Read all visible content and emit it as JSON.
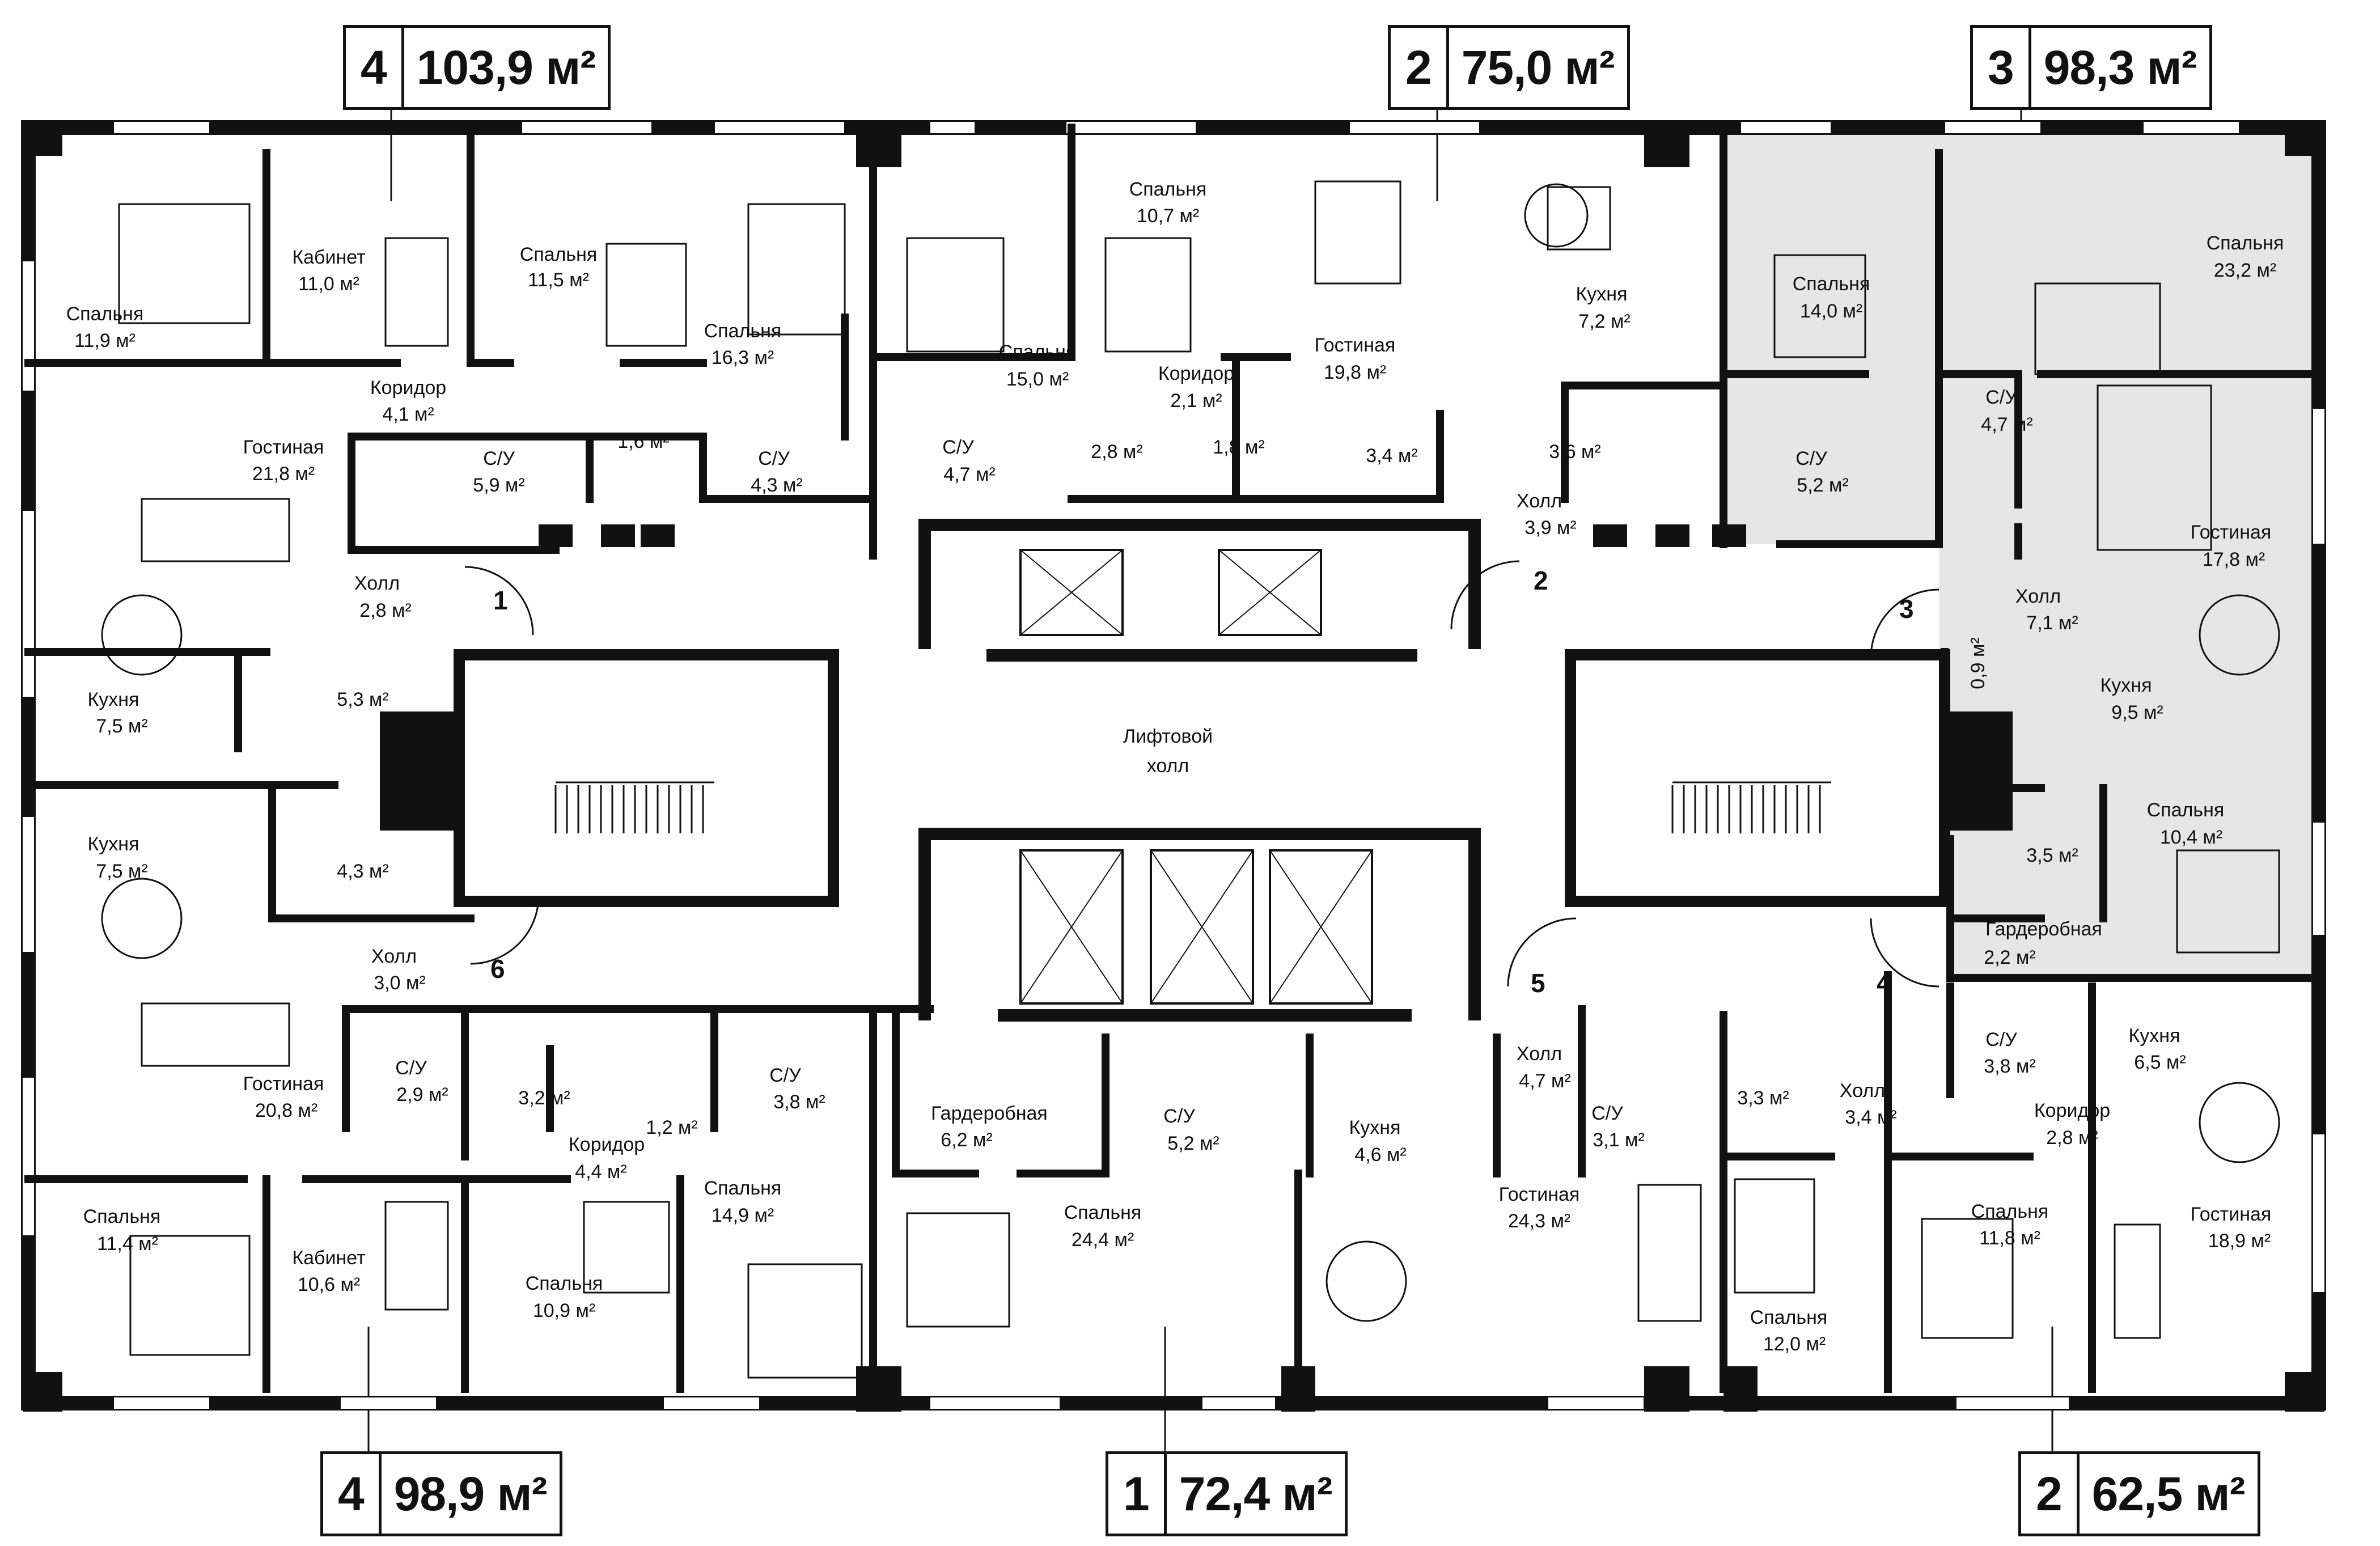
{
  "apartments": {
    "top_left": {
      "rooms": "4",
      "area": "103,9 м²"
    },
    "top_center": {
      "rooms": "2",
      "area": "75,0 м²"
    },
    "top_right": {
      "rooms": "3",
      "area": "98,3 м²"
    },
    "bot_left": {
      "rooms": "4",
      "area": "98,9 м²"
    },
    "bot_center": {
      "rooms": "1",
      "area": "72,4 м²"
    },
    "bot_right": {
      "rooms": "2",
      "area": "62,5 м²"
    }
  },
  "lobby": {
    "line1": "Лифтовой",
    "line2": "холл"
  },
  "door_numbers": {
    "d1": "1",
    "d2": "2",
    "d3": "3",
    "d4": "4",
    "d5": "5",
    "d6": "6"
  },
  "rooms": {
    "r01": {
      "name": "Спальня",
      "area": "11,9 м²"
    },
    "r02": {
      "name": "Кабинет",
      "area": "11,0 м²"
    },
    "r03": {
      "name": "Спальня",
      "area": "11,5 м²"
    },
    "r04": {
      "name": "Коридор",
      "area": "4,1 м²"
    },
    "r05": {
      "name": "Спальня",
      "area": "16,3 м²"
    },
    "r06": {
      "name": "Гостиная",
      "area": "21,8 м²"
    },
    "r07": {
      "name": "С/У",
      "area": "5,9 м²"
    },
    "r08": {
      "name": "",
      "area": "1,6 м²"
    },
    "r09": {
      "name": "С/У",
      "area": "4,3 м²"
    },
    "r10": {
      "name": "Холл",
      "area": "2,8 м²"
    },
    "r11": {
      "name": "Кухня",
      "area": "7,5 м²"
    },
    "r12": {
      "name": "",
      "area": "5,3 м²"
    },
    "r13": {
      "name": "Кухня",
      "area": "7,5 м²"
    },
    "r14": {
      "name": "",
      "area": "4,3 м²"
    },
    "r15": {
      "name": "Холл",
      "area": "3,0 м²"
    },
    "r16": {
      "name": "Гостиная",
      "area": "20,8 м²"
    },
    "r17": {
      "name": "С/У",
      "area": "2,9 м²"
    },
    "r18": {
      "name": "",
      "area": "3,2 м²"
    },
    "r19": {
      "name": "",
      "area": "1,2 м²"
    },
    "r20": {
      "name": "С/У",
      "area": "3,8 м²"
    },
    "r21": {
      "name": "Коридор",
      "area": "4,4 м²"
    },
    "r22": {
      "name": "Спальня",
      "area": "11,4 м²"
    },
    "r23": {
      "name": "Кабинет",
      "area": "10,6 м²"
    },
    "r24": {
      "name": "Спальня",
      "area": "10,9 м²"
    },
    "r25": {
      "name": "Спальня",
      "area": "14,9 м²"
    },
    "r26": {
      "name": "Спальня",
      "area": "10,7 м²"
    },
    "r27": {
      "name": "Спальня",
      "area": "15,0 м²"
    },
    "r28": {
      "name": "Коридор",
      "area": "2,1 м²"
    },
    "r29": {
      "name": "Гостиная",
      "area": "19,8 м²"
    },
    "r30": {
      "name": "С/У",
      "area": "4,7 м²"
    },
    "r31": {
      "name": "",
      "area": "2,8 м²"
    },
    "r32": {
      "name": "",
      "area": "1,8 м²"
    },
    "r33": {
      "name": "",
      "area": "3,4 м²"
    },
    "r34": {
      "name": "Кухня",
      "area": "7,2 м²"
    },
    "r35": {
      "name": "",
      "area": "3,6 м²"
    },
    "r36": {
      "name": "Холл",
      "area": "3,9 м²"
    },
    "r37": {
      "name": "Спальня",
      "area": "14,0 м²"
    },
    "r38": {
      "name": "С/У",
      "area": "5,2 м²"
    },
    "r39": {
      "name": "Спальня",
      "area": "23,2 м²"
    },
    "r40": {
      "name": "С/У",
      "area": "4,7 м²"
    },
    "r41": {
      "name": "Гостиная",
      "area": "17,8 м²"
    },
    "r42": {
      "name": "Холл",
      "area": "7,1 м²"
    },
    "r43": {
      "name": "",
      "area": "0,9 м²"
    },
    "r44": {
      "name": "Кухня",
      "area": "9,5 м²"
    },
    "r45": {
      "name": "Спальня",
      "area": "10,4 м²"
    },
    "r46": {
      "name": "",
      "area": "3,5 м²"
    },
    "r47": {
      "name": "Гардеробная",
      "area": "2,2 м²"
    },
    "r48": {
      "name": "Гардеробная",
      "area": "6,2 м²"
    },
    "r49": {
      "name": "С/У",
      "area": "5,2 м²"
    },
    "r50": {
      "name": "Кухня",
      "area": "4,6 м²"
    },
    "r51": {
      "name": "Спальня",
      "area": "24,4 м²"
    },
    "r52": {
      "name": "Холл",
      "area": "4,7 м²"
    },
    "r53": {
      "name": "С/У",
      "area": "3,1 м²"
    },
    "r54": {
      "name": "Гостиная",
      "area": "24,3 м²"
    },
    "r55": {
      "name": "",
      "area": "3,3 м²"
    },
    "r56": {
      "name": "Холл",
      "area": "3,4 м²"
    },
    "r57": {
      "name": "С/У",
      "area": "3,8 м²"
    },
    "r58": {
      "name": "Кухня",
      "area": "6,5 м²"
    },
    "r59": {
      "name": "Коридор",
      "area": "2,8 м²"
    },
    "r60": {
      "name": "Спальня",
      "area": "12,0 м²"
    },
    "r61": {
      "name": "Спальня",
      "area": "11,8 м²"
    },
    "r62": {
      "name": "Гостиная",
      "area": "18,9 м²"
    }
  }
}
